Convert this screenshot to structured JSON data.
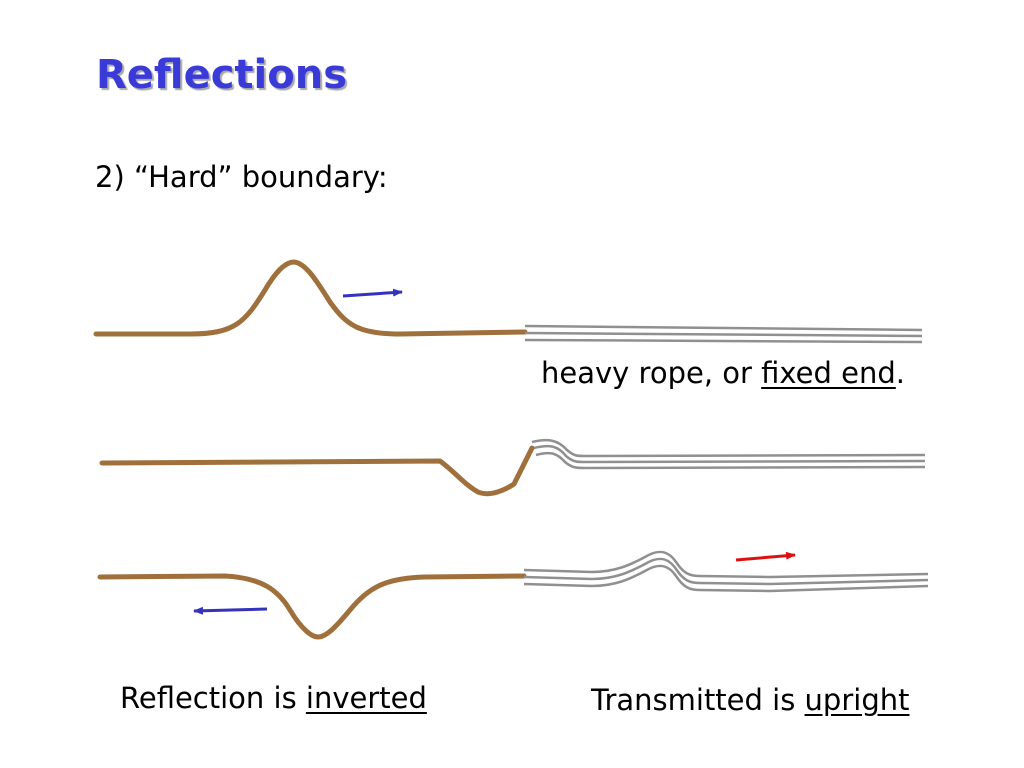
{
  "slide": {
    "title": "Reflections",
    "subtitle": "2)  “Hard” boundary:"
  },
  "captions": {
    "heavy_rope_prefix": "heavy rope, or ",
    "heavy_rope_link": "fixed end",
    "heavy_rope_suffix": ".",
    "reflection_prefix": "Reflection is ",
    "reflection_emphasis": "inverted",
    "transmitted_prefix": "Transmitted is ",
    "transmitted_emphasis": "upright"
  },
  "colors": {
    "title": "#3a3ad8",
    "light_rope": "#a0703c",
    "heavy_rope": "#909090",
    "incident_arrow": "#3333bb",
    "reflected_arrow": "#3333bb",
    "transmitted_arrow": "#dd1111"
  }
}
